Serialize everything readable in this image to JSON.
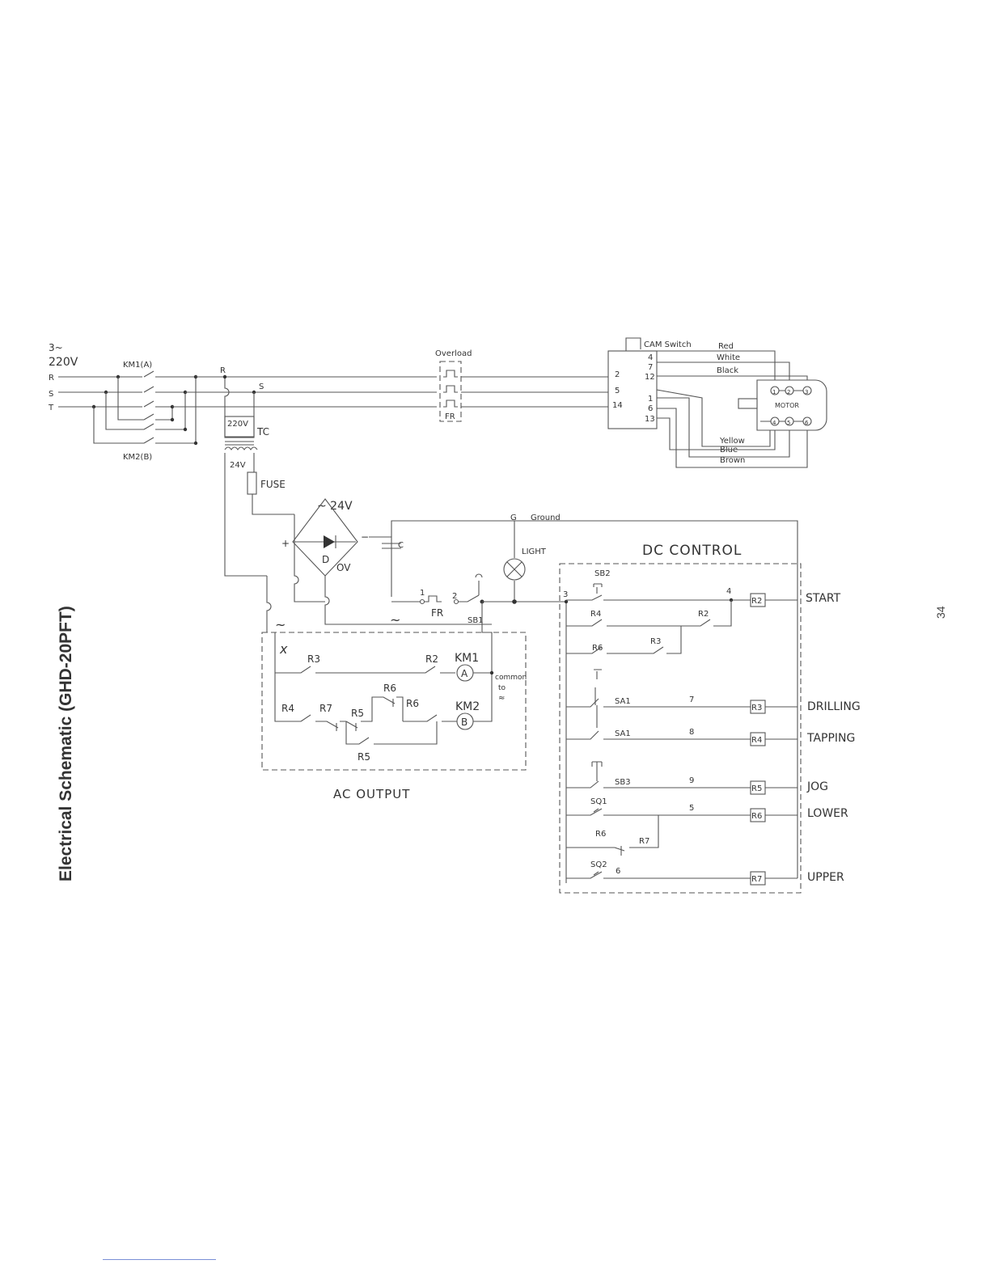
{
  "page": {
    "title": "Electrical Schematic (GHD-20PFT)",
    "page_number": "34"
  },
  "supply": {
    "phase": "3~",
    "voltage": "220V",
    "r": "R",
    "s": "S",
    "t": "T"
  },
  "contactors": {
    "km1": "KM1(A)",
    "km2": "KM2(B)"
  },
  "transformer": {
    "primary": "220V",
    "secondary": "24V",
    "name": "TC",
    "r": "R",
    "s": "S"
  },
  "fuse": {
    "label": "FUSE"
  },
  "overload": {
    "label": "Overload",
    "relay": "FR"
  },
  "cam_switch": {
    "label": "CAM Switch",
    "terminals_left": [
      "2",
      "5",
      "14"
    ],
    "terminals_top": [
      "4",
      "7",
      "12"
    ],
    "terminals_bottom": [
      "1",
      "6",
      "13"
    ],
    "wires_top": [
      "Red",
      "White",
      "Black"
    ],
    "wires_bottom": [
      "Yellow",
      "Blue",
      "Brown"
    ]
  },
  "motor": {
    "label": "MOTOR",
    "top": [
      "1",
      "2",
      "3"
    ],
    "bottom": [
      "4",
      "5",
      "6"
    ]
  },
  "rectifier": {
    "ac": "~ 24V",
    "plus": "+",
    "minus": "−",
    "diode": "D",
    "out": "OV",
    "cap": "C",
    "tilde": "~"
  },
  "ground": {
    "g": "G",
    "label": "Ground"
  },
  "light": {
    "label": "LIGHT"
  },
  "sb1": {
    "fr": "FR",
    "n1": "1",
    "n2": "2",
    "label": "SB1"
  },
  "ac_output": {
    "title": "AC OUTPUT",
    "tilde": "~",
    "x": "x",
    "labels": [
      "R3",
      "R2",
      "KM1",
      "R6",
      "R6",
      "R4",
      "R7",
      "R5",
      "KM2",
      "R5"
    ],
    "coil_a": "A",
    "coil_b": "B",
    "common": "common",
    "to": "to",
    "tilde2": "≈"
  },
  "dc_control": {
    "title": "DC CONTROL",
    "node3": "3",
    "node4": "4",
    "contacts": [
      "SB2",
      "R4",
      "R2",
      "R6",
      "R3",
      "SA1",
      "SA1",
      "SB3",
      "SQ1",
      "R6",
      "R7",
      "SQ2"
    ],
    "nodes": [
      "7",
      "8",
      "9",
      "5",
      "6"
    ],
    "relays": [
      "R2",
      "R3",
      "R4",
      "R5",
      "R6",
      "R7"
    ],
    "functions": [
      "START",
      "DRILLING",
      "TAPPING",
      "JOG",
      "LOWER",
      "UPPER"
    ]
  }
}
